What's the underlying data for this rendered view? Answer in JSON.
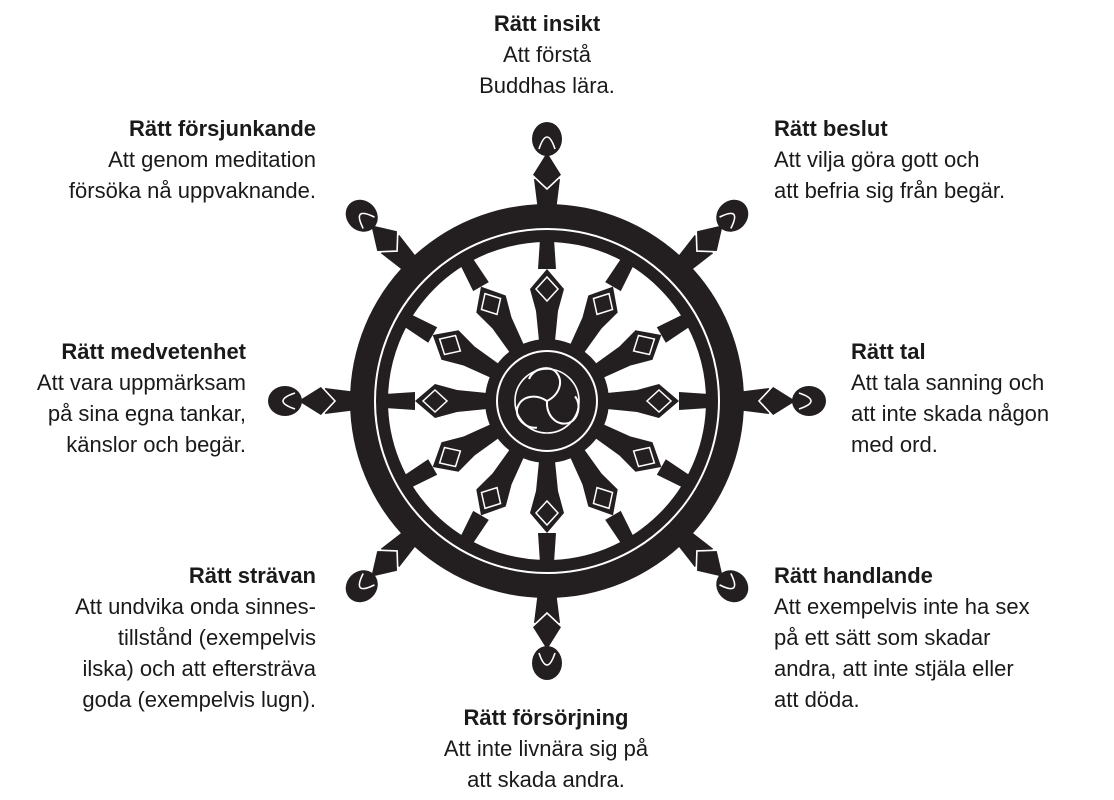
{
  "colors": {
    "wheel": "#231f20",
    "outline": "#ffffff",
    "text": "#1a1a1a"
  },
  "path": [
    {
      "key": "top",
      "title": "Rätt insikt",
      "lines": [
        "Att förstå",
        "Buddhas lära."
      ]
    },
    {
      "key": "top-right",
      "title": "Rätt beslut",
      "lines": [
        "Att vilja göra gott och",
        "att befria sig från begär."
      ]
    },
    {
      "key": "right",
      "title": "Rätt tal",
      "lines": [
        "Att tala sanning och",
        "att inte skada någon",
        "med ord."
      ]
    },
    {
      "key": "bottom-right",
      "title": "Rätt handlande",
      "lines": [
        "Att exempelvis inte ha sex",
        "på ett sätt som skadar",
        "andra, att inte stjäla eller",
        "att döda."
      ]
    },
    {
      "key": "bottom",
      "title": "Rätt försörjning",
      "lines": [
        "Att inte livnära sig på",
        "att skada andra."
      ]
    },
    {
      "key": "bottom-left",
      "title": "Rätt strävan",
      "lines": [
        "Att undvika onda sinnes-",
        "tillstånd (exempelvis",
        "ilska) och att eftersträva",
        "goda (exempelvis lugn)."
      ]
    },
    {
      "key": "left",
      "title": "Rätt medvetenhet",
      "lines": [
        "Att vara uppmärksam",
        "på sina egna tankar,",
        "känslor och begär."
      ]
    },
    {
      "key": "top-left",
      "title": "Rätt försjunkande",
      "lines": [
        "Att genom meditation",
        "försöka nå uppvaknande."
      ]
    }
  ]
}
